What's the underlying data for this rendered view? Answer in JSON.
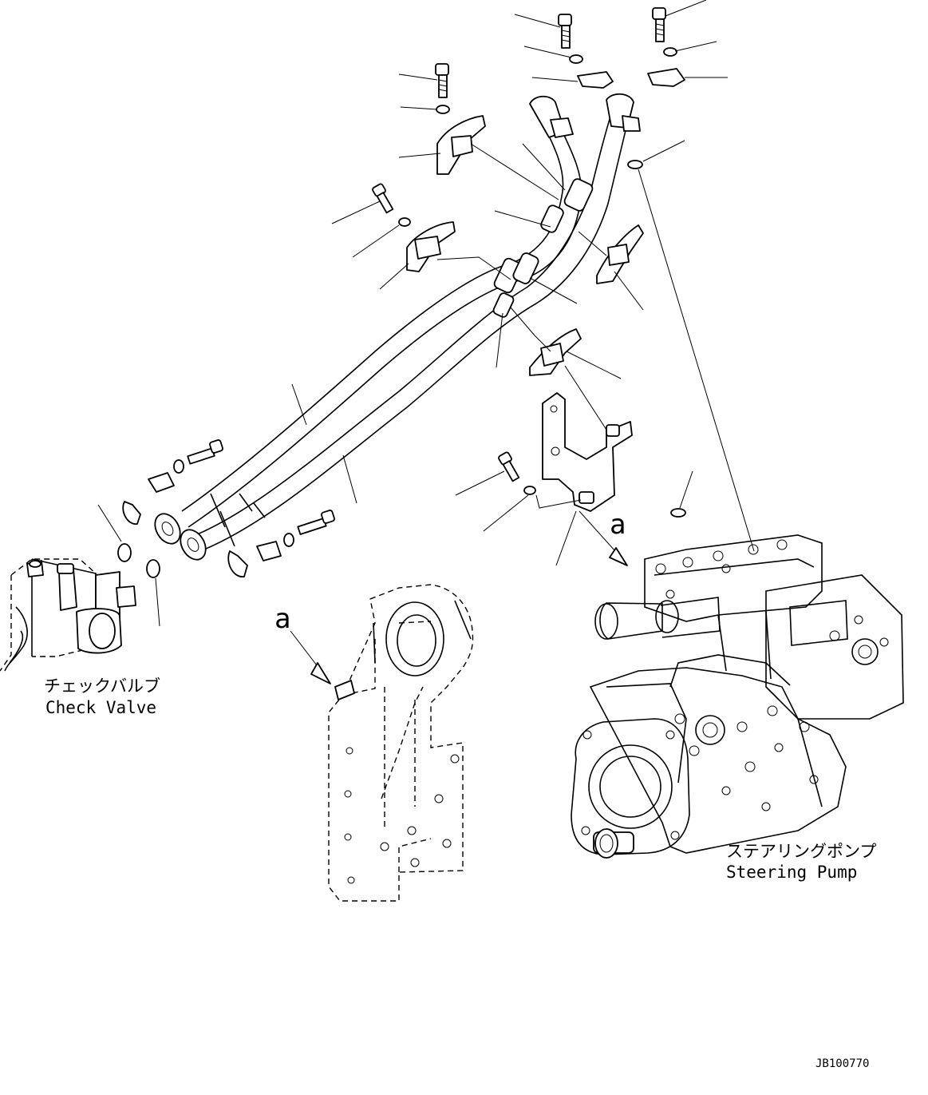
{
  "labels": {
    "check_valve_jp": "チェックバルブ",
    "check_valve_en": "Check Valve",
    "steering_pump_jp": "ステアリングポンプ",
    "steering_pump_en": "Steering Pump",
    "detail_marker_upper": "a",
    "detail_marker_lower": "a",
    "drawing_number": "JB100770"
  },
  "icons": {
    "bolt": "bolt-icon",
    "washer": "washer-icon",
    "clamp": "clamp-icon",
    "o_ring": "o-ring-icon"
  }
}
